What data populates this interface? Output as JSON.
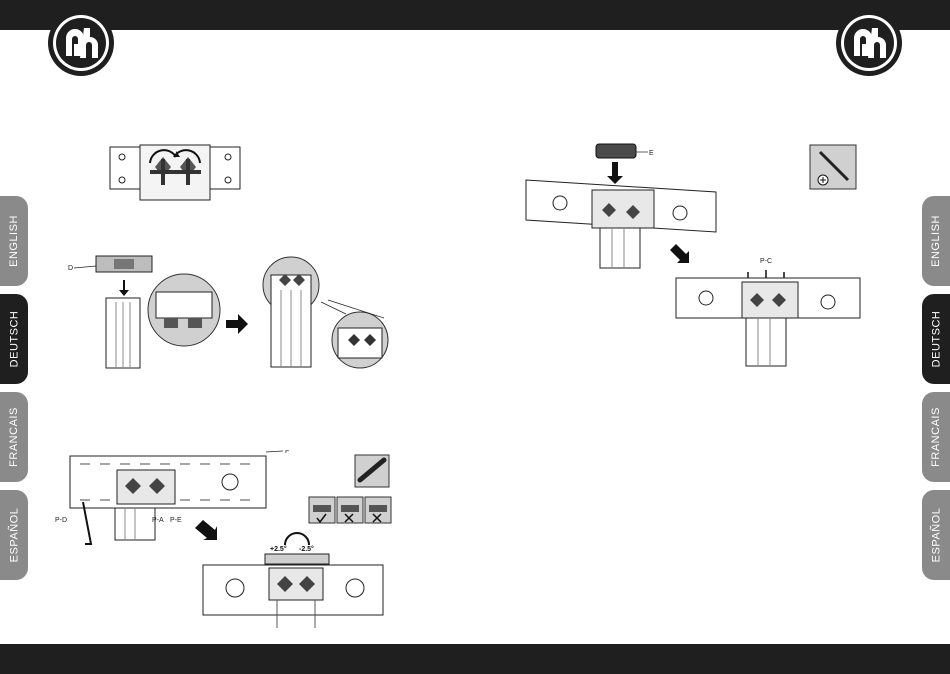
{
  "tabs": [
    "ENGLISH",
    "DEUTSCH",
    "FRANCAIS",
    "ESPAÑOL"
  ],
  "active_tab": "DEUTSCH",
  "labels": {
    "part_d": "D",
    "part_e_left": "E",
    "part_f": "F",
    "part_pd": "P-D",
    "part_pa": "P-A",
    "part_pe": "P-E",
    "tilt_plus": "+2.5°",
    "tilt_minus": "-2.5°",
    "part_e_right": "E",
    "part_pc": "P-C"
  },
  "colors": {
    "bar": "#1f1f1f",
    "tab_inactive": "#8a8a8a",
    "tab_active": "#1f1f1f"
  }
}
